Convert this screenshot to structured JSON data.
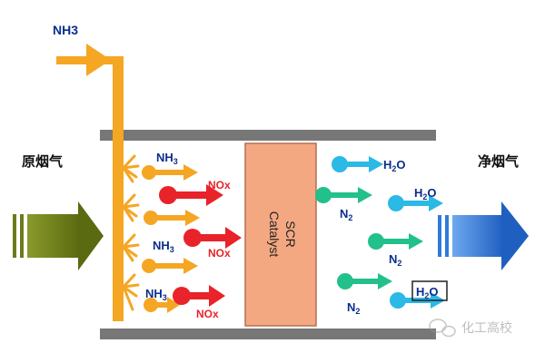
{
  "labels": {
    "ammonia_inlet": "NH3",
    "raw_flue_gas": "原烟气",
    "clean_flue_gas": "净烟气",
    "catalyst_line1": "SCR",
    "catalyst_line2": "Catalyst",
    "watermark": "化工高校"
  },
  "reactants": {
    "nh3_a": "NH",
    "nh3_b": "NH",
    "nh3_c": "NH",
    "nh3_sub": "3",
    "nox_a": "NOx",
    "nox_b": "NOx",
    "nox_c": "NOx"
  },
  "products": {
    "h2o_a": "H",
    "h2o_b": "H",
    "h2o_c": "H",
    "h2o_sub": "2",
    "h2o_tail": "O",
    "n2_a": "N",
    "n2_b": "N",
    "n2_c": "N",
    "n2_sub": "2"
  },
  "colors": {
    "ammonia": "#F5A623",
    "nox": "#E8232A",
    "n2": "#22C08A",
    "h2o": "#2BB9E6",
    "raw_gas": "#6E7A1E",
    "clean_gas": "#2F7BD8",
    "catalyst_fill": "#F4A882",
    "catalyst_border": "#B56F52",
    "duct_wall": "#777777"
  }
}
